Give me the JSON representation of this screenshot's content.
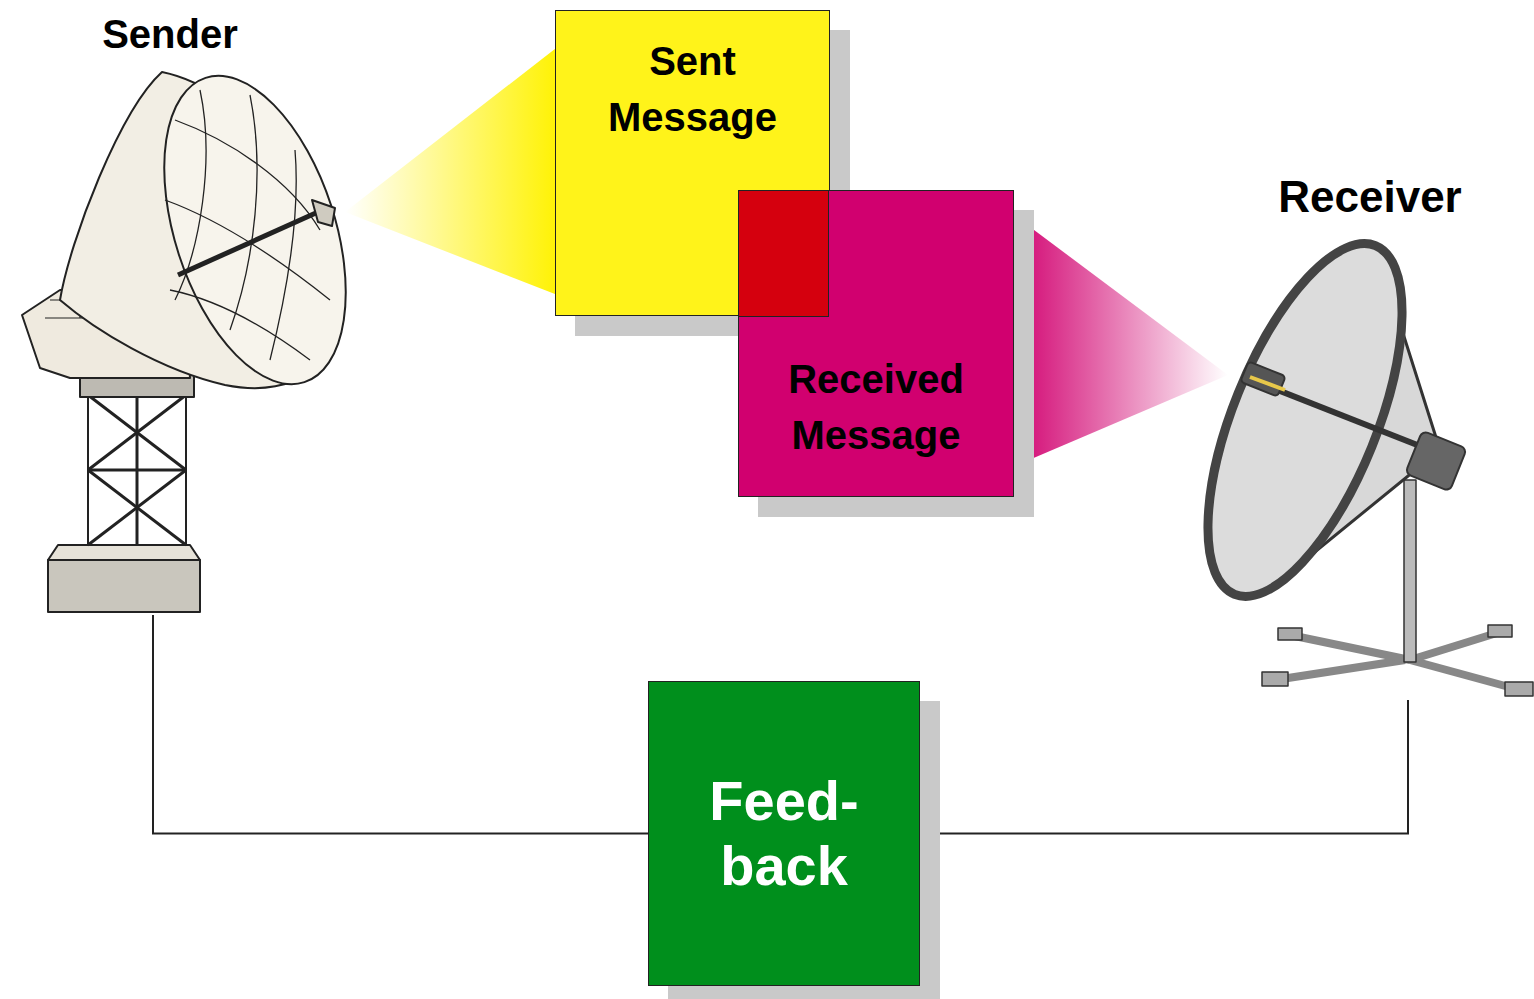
{
  "diagram": {
    "nodes": [
      {
        "text": [
          "Sender"
        ]
      },
      {
        "text": [
          "Sent Message"
        ]
      },
      {
        "text": [
          "Received Message"
        ]
      },
      {
        "text": [
          "Receiver"
        ]
      },
      {
        "text": [
          "Feed- back"
        ]
      }
    ],
    "edges": [
      {
        "from": 0,
        "to": 4,
        "arrow": "none"
      },
      {
        "from": 4,
        "to": 3,
        "arrow": "none"
      }
    ]
  }
}
